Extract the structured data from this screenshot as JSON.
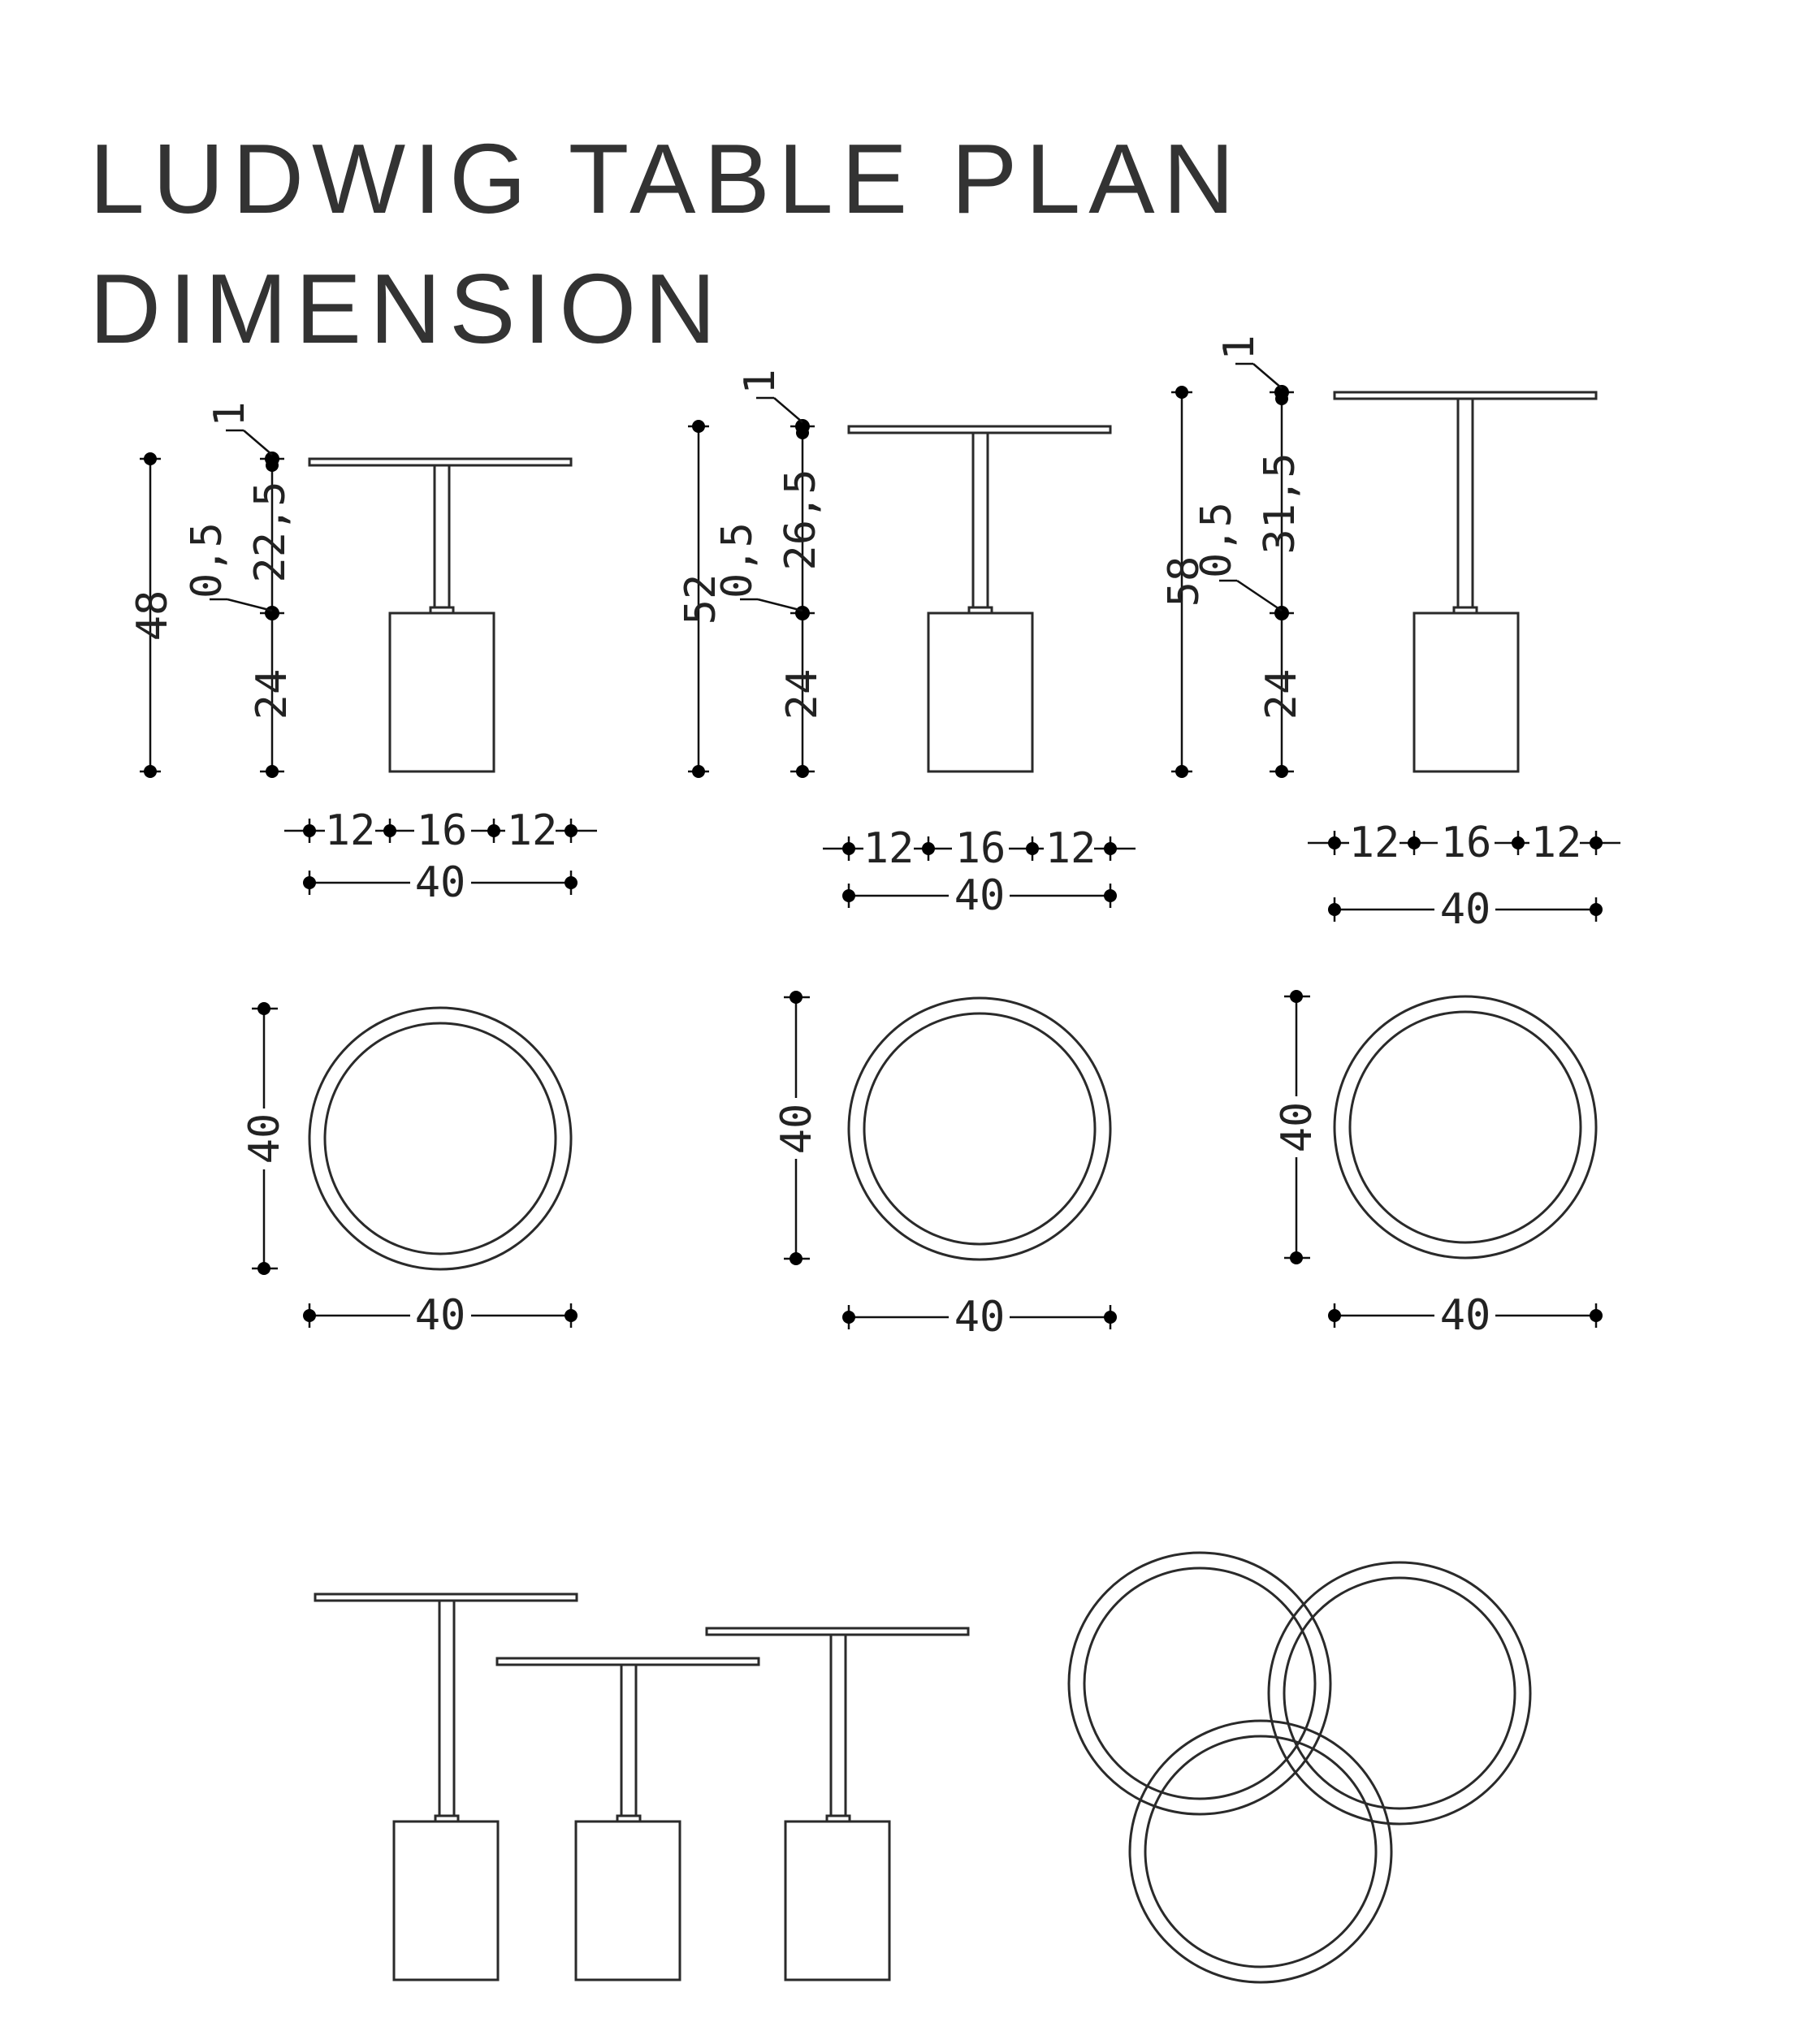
{
  "title": {
    "line1": "LUDWIG TABLE PLAN",
    "line2": "DIMENSION"
  },
  "tables": [
    {
      "name": "table-48",
      "height_total": "48",
      "top_thickness": "1",
      "column_height": "22,5",
      "plate_thickness": "0,5",
      "base_height": "24",
      "width_segments": [
        "12",
        "16",
        "12"
      ],
      "width_total": "40",
      "plan_depth": "40",
      "plan_width": "40"
    },
    {
      "name": "table-52",
      "height_total": "52",
      "top_thickness": "1",
      "column_height": "26,5",
      "plate_thickness": "0,5",
      "base_height": "24",
      "width_segments": [
        "12",
        "16",
        "12"
      ],
      "width_total": "40",
      "plan_depth": "40",
      "plan_width": "40"
    },
    {
      "name": "table-58",
      "height_total": "58",
      "top_thickness": "1",
      "column_height": "31,5",
      "plate_thickness": "0,5",
      "base_height": "24",
      "width_segments": [
        "12",
        "16",
        "12"
      ],
      "width_total": "40",
      "plan_depth": "40",
      "plan_width": "40"
    }
  ],
  "colors": {
    "line": "#2a2a2a",
    "dimension": "#111111",
    "title": "#333333"
  }
}
